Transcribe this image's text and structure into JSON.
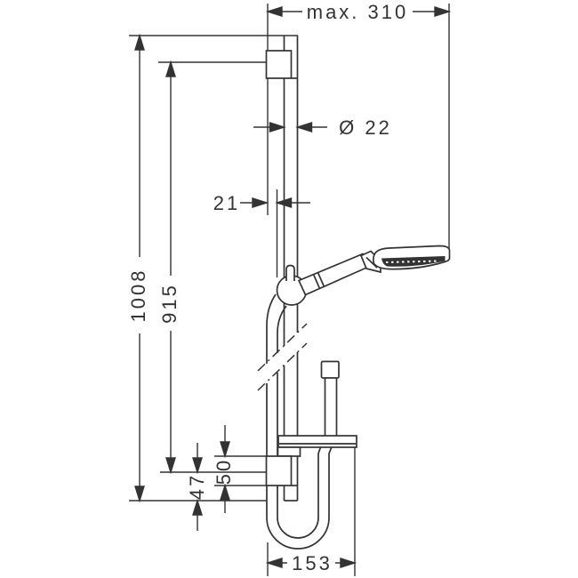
{
  "drawing": {
    "kind": "technical dimension drawing",
    "product": "wall-mounted shower rail set with hand shower, slider and hose",
    "background_color": "#ffffff",
    "line_color": "#333333",
    "labels": {
      "max_width": "max. 310",
      "rail_diameter": "Ø 22",
      "wall_offset": "21",
      "overall_height": "1008",
      "bar_height": "915",
      "lower_offset_47": "47",
      "lower_offset_50": "50",
      "hose_loop_width": "153"
    }
  }
}
